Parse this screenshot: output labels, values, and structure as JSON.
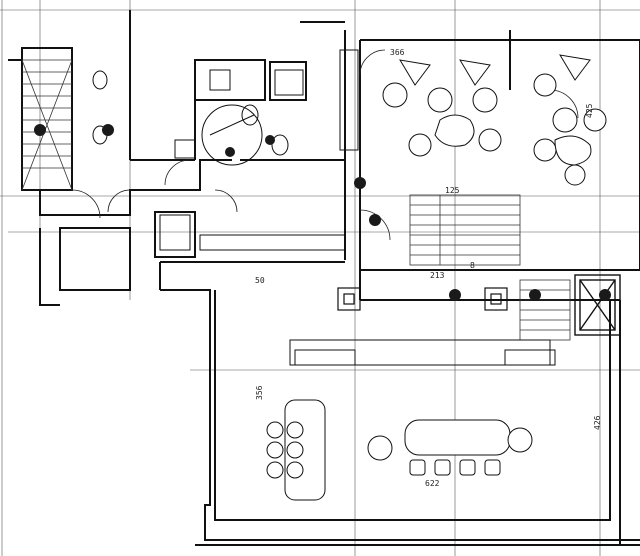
{
  "dimensions": {
    "d_366": "366",
    "d_425": "425",
    "d_125": "125",
    "d_213": "213",
    "d_50": "50",
    "d_8": "8",
    "d_356": "356",
    "d_426": "426",
    "d_622": "622"
  },
  "colors": {
    "line": "#111111",
    "thin": "#444444",
    "fill": "#1a1a1a",
    "paper": "#ffffff"
  }
}
